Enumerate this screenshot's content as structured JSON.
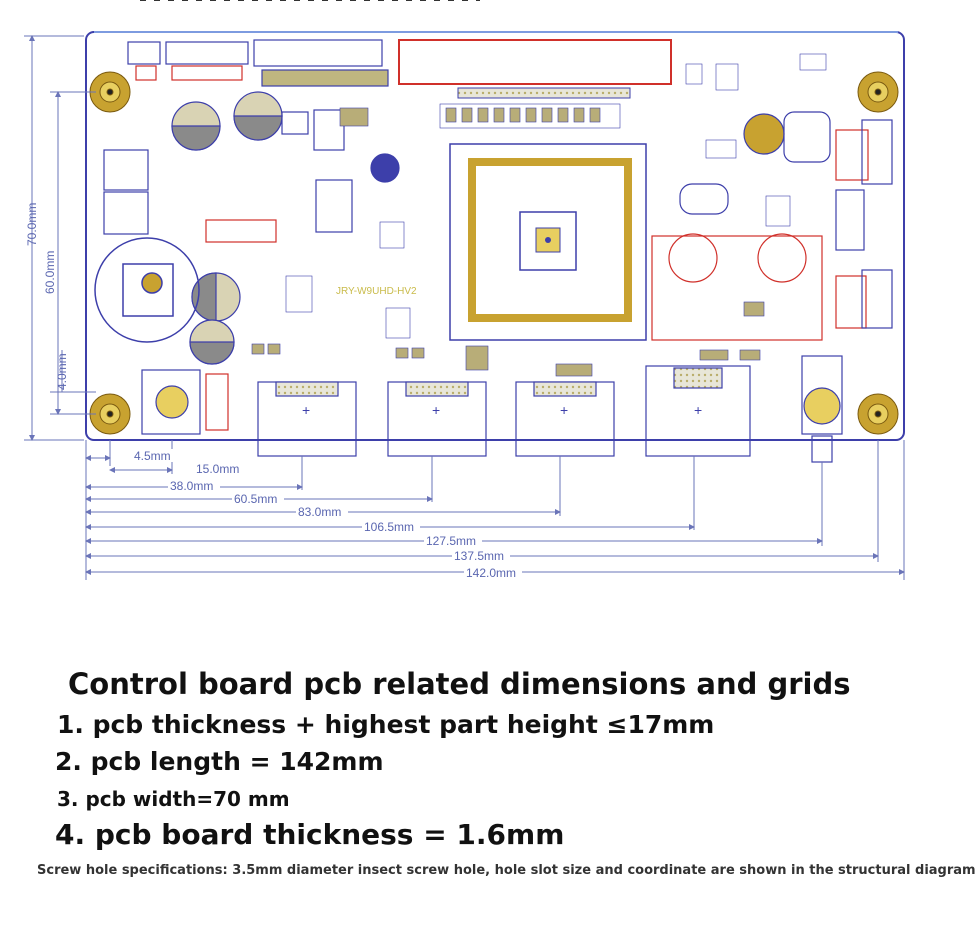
{
  "diagram": {
    "board_label": "JRY-W9UHD-HV2",
    "vertical_dims": [
      "70.0mm",
      "60.0mm",
      "4.0mm"
    ],
    "horizontal_dims": [
      "4.5mm",
      "15.0mm",
      "38.0mm",
      "60.5mm",
      "83.0mm",
      "106.5mm",
      "127.5mm",
      "137.5mm",
      "142.0mm"
    ]
  },
  "text": {
    "title": "Control board pcb related dimensions and grids",
    "spec_1": "1. pcb thickness + highest part height ≤17mm",
    "spec_2": "2. pcb length = 142mm",
    "spec_3": "3. pcb width=70 mm",
    "spec_4": "4. pcb board thickness = 1.6mm",
    "screw_note": "Screw hole specifications: 3.5mm diameter insect screw hole, hole slot size and coordinate are shown in the structural diagram"
  },
  "colors": {
    "dimension_line": "#6a74b8",
    "pcb_outline": "#3d3faa",
    "gold": "#c8a230",
    "red_box": "#d0302a",
    "text": "#111111"
  }
}
